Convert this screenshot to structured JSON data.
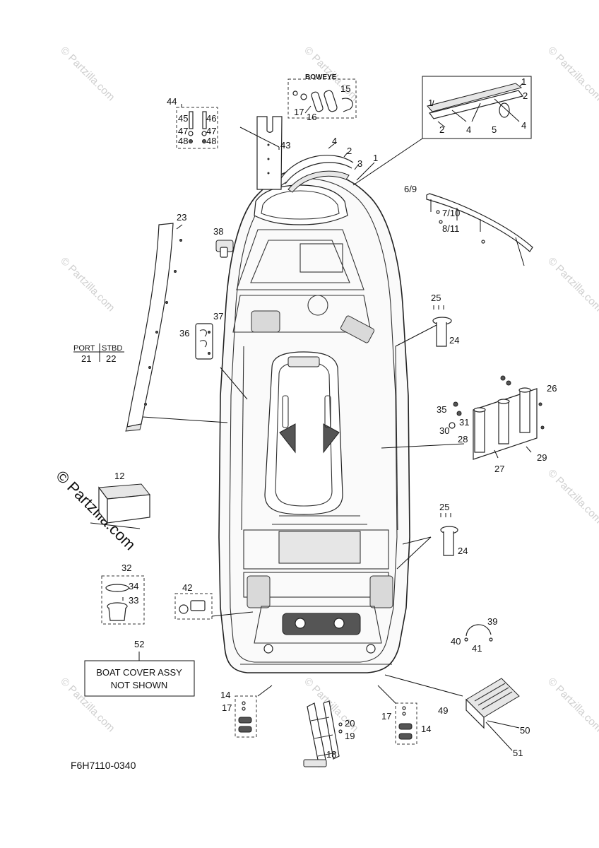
{
  "watermark": {
    "text": "© Partzilla.com"
  },
  "header_text": {
    "boweye": "BOWEYE",
    "port_stbd_port": "PORT",
    "port_stbd_stbd": "STBD"
  },
  "callouts": {
    "c1a": "1",
    "c1b": "1",
    "c1c": "1",
    "c2a": "2",
    "c2b": "2",
    "c2c": "2",
    "c3": "3",
    "c4a": "4",
    "c4b": "4",
    "c4c": "4",
    "c5": "5",
    "c6_9": "6/9",
    "c7_10": "7/10",
    "c8_11": "8/11",
    "c12": "12",
    "c14a": "14",
    "c14b": "14",
    "c15": "15",
    "c16": "16",
    "c17a": "17",
    "c17b": "17",
    "c17c": "17",
    "c18": "18",
    "c19": "19",
    "c20": "20",
    "c21": "21",
    "c22": "22",
    "c23": "23",
    "c24a": "24",
    "c24b": "24",
    "c25a": "25",
    "c25b": "25",
    "c26": "26",
    "c27": "27",
    "c28": "28",
    "c29": "29",
    "c30": "30",
    "c31": "31",
    "c32": "32",
    "c33": "33",
    "c34": "34",
    "c35": "35",
    "c36": "36",
    "c37": "37",
    "c38": "38",
    "c39": "39",
    "c40": "40",
    "c41": "41",
    "c42": "42",
    "c43": "43",
    "c44": "44",
    "c45": "45",
    "c46": "46",
    "c47a": "47",
    "c47b": "47",
    "c48a": "48",
    "c48b": "48",
    "c49": "49",
    "c50": "50",
    "c51": "51",
    "c52": "52"
  },
  "note_box": {
    "line1": "BOAT COVER ASSY",
    "line2": "NOT SHOWN"
  },
  "drawing_code": "F6H7110-0340"
}
